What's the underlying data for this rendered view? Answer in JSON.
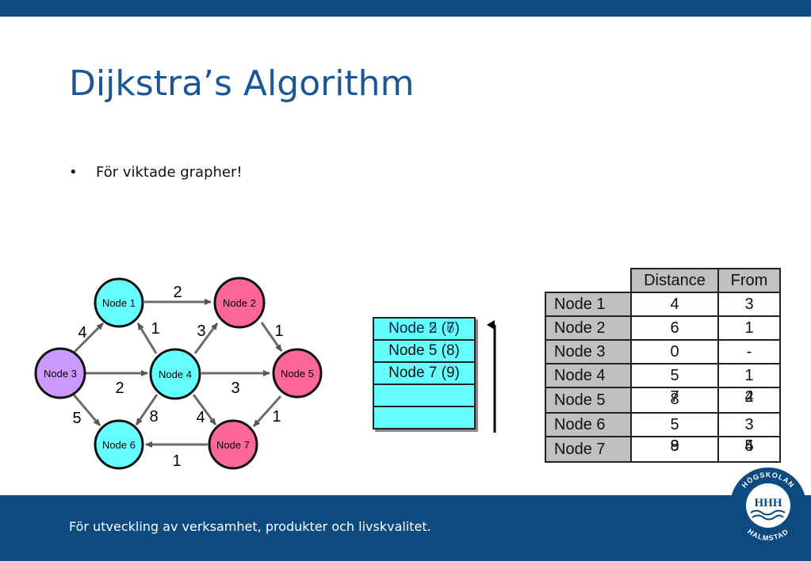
{
  "slide": {
    "title": "Dijkstra’s Algorithm",
    "bullet": "För viktade grapher!",
    "bullet_marker": "•",
    "footer": "För utveckling av verksamhet, produkter och livskvalitet."
  },
  "logo": {
    "top_text": "HÖGSKOLAN",
    "bottom_text": "HALMSTAD",
    "letters": "HHH"
  },
  "colors": {
    "brand_blue": "#0d4a7f",
    "title_blue": "#1d5694",
    "cyan": "#66ffff",
    "pink": "#ff6699",
    "purple": "#cc99ff",
    "gray_cell": "#c0c0c0"
  },
  "graph": {
    "nodes": {
      "n1": {
        "label": "Node 1",
        "color": "#66ffff"
      },
      "n2": {
        "label": "Node 2",
        "color": "#ff6699"
      },
      "n3": {
        "label": "Node 3",
        "color": "#cc99ff"
      },
      "n4": {
        "label": "Node 4",
        "color": "#66ffff"
      },
      "n5": {
        "label": "Node 5",
        "color": "#ff6699"
      },
      "n6": {
        "label": "Node 6",
        "color": "#66ffff"
      },
      "n7": {
        "label": "Node 7",
        "color": "#ff6699"
      }
    },
    "edges": {
      "e12": {
        "weight": "2"
      },
      "e31": {
        "weight": "4"
      },
      "e41": {
        "weight": "1"
      },
      "e42": {
        "weight": "3"
      },
      "e25": {
        "weight": "1"
      },
      "e34": {
        "weight": "2"
      },
      "e45": {
        "weight": "3"
      },
      "e36": {
        "weight": "5"
      },
      "e46": {
        "weight": "8"
      },
      "e47": {
        "weight": "4"
      },
      "e57": {
        "weight": "1"
      },
      "e76": {
        "weight": "1"
      }
    }
  },
  "queue": {
    "row1_a": "Node 2 (7)",
    "row1_b": "Node 5 (6)",
    "row2": "Node 5 (8)",
    "row3": "Node 7 (9)",
    "row4": "",
    "row5": ""
  },
  "table": {
    "headers": {
      "distance": "Distance",
      "from": "From"
    },
    "rows": [
      {
        "label": "Node 1",
        "distance": "4",
        "from": "3"
      },
      {
        "label": "Node 2",
        "distance": "6",
        "from": "1"
      },
      {
        "label": "Node 3",
        "distance": "0",
        "from": "-"
      },
      {
        "label": "Node 4",
        "distance": "5",
        "from": "1"
      },
      {
        "label": "Node 5",
        "distance": "7",
        "distance_over": "8",
        "from": "2",
        "from_over": "4"
      },
      {
        "label": "Node 6",
        "distance": "5",
        "from": "3"
      },
      {
        "label": "Node 7",
        "distance": "8",
        "distance_over": "9",
        "from": "5",
        "from_over": "4"
      }
    ]
  }
}
